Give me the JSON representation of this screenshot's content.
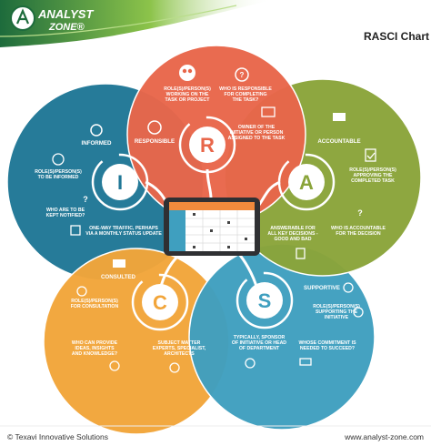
{
  "logo": {
    "line1": "ANALYST",
    "line2": "ZONE®"
  },
  "title": "RASCI Chart",
  "colors": {
    "responsible": "#e8664a",
    "accountable": "#8aa43a",
    "supportive": "#3f9fbf",
    "consulted": "#f2a53a",
    "informed": "#1f7796"
  },
  "letters": {
    "r": "R",
    "a": "A",
    "s": "S",
    "c": "C",
    "i": "I"
  },
  "responsible": {
    "label": "RESPONSIBLE",
    "role": [
      "ROLE(S)/PERSON(S)",
      "WORKING ON THE",
      "TASK OR PROJECT"
    ],
    "who": [
      "WHO IS RESPONSIBLE",
      "FOR COMPLETING",
      "THE TASK?"
    ],
    "owner": [
      "OWNER OF THE",
      "INITIATIVE OR PERSON",
      "ASSIGNED TO THE TASK"
    ]
  },
  "accountable": {
    "label": "ACCOUNTABLE",
    "role": [
      "ROLE(S)/PERSON(S)",
      "APPROVING THE",
      "COMPLETED TASK"
    ],
    "who": [
      "WHO IS ACCOUNTABLE",
      "FOR THE DECISION"
    ],
    "answer": [
      "ANSWERABLE FOR",
      "ALL KEY DECISIONS -",
      "GOOD AND BAD"
    ]
  },
  "supportive": {
    "label": "SUPPORTIVE",
    "role": [
      "ROLE(S)/PERSON(S)",
      "SUPPORTING THE",
      "INITIATIVE"
    ],
    "who": [
      "WHOSE COMMITMENT IS",
      "NEEDED TO SUCCEED?"
    ],
    "sponsor": [
      "TYPICALLY, SPONSOR",
      "OF INITIATIVE OR HEAD",
      "OF DEPARTMENT"
    ]
  },
  "consulted": {
    "label": "CONSULTED",
    "role": [
      "ROLE(S)/PERSON(S)",
      "FOR CONSULTATION"
    ],
    "who": [
      "WHO CAN PROVIDE",
      "IDEAS, INSIGHTS",
      "AND KNOWLEDGE?"
    ],
    "experts": [
      "SUBJECT MATTER",
      "EXPERTS, SPECIALIST,",
      "ARCHITECTS"
    ]
  },
  "informed": {
    "label": "INFORMED",
    "role": [
      "ROLE(S)/PERSON(S)",
      "TO BE INFORMED"
    ],
    "who": [
      "WHO ARE TO BE",
      "KEPT NOTIFIED?"
    ],
    "traffic": [
      "ONE-WAY TRAFFIC, PERHAPS",
      "VIA A MONTHLY STATUS UPDATE"
    ]
  },
  "footer": {
    "left": "© Texavi Innovative Solutions",
    "right": "www.analyst-zone.com"
  }
}
